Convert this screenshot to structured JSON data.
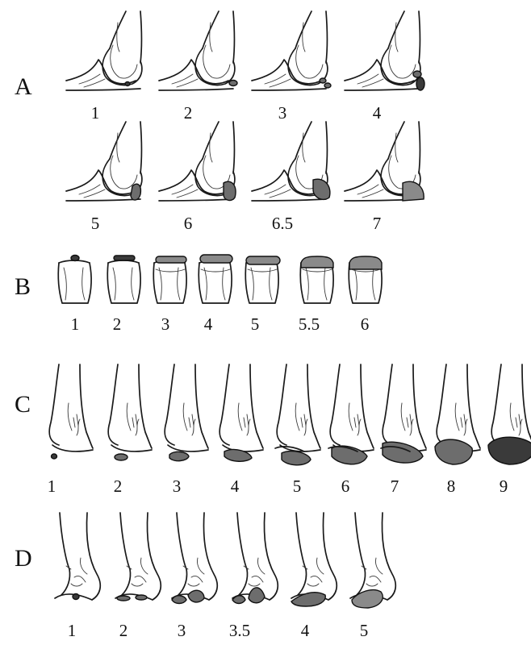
{
  "rows": [
    {
      "label": "A",
      "stages": [
        "1",
        "2",
        "3",
        "4",
        "5",
        "6",
        "6.5",
        "7"
      ]
    },
    {
      "label": "B",
      "stages": [
        "1",
        "2",
        "3",
        "4",
        "5",
        "5.5",
        "6"
      ]
    },
    {
      "label": "C",
      "stages": [
        "1",
        "2",
        "3",
        "4",
        "5",
        "6",
        "7",
        "8",
        "9"
      ]
    },
    {
      "label": "D",
      "stages": [
        "1",
        "2",
        "3",
        "3.5",
        "4",
        "5"
      ]
    }
  ]
}
